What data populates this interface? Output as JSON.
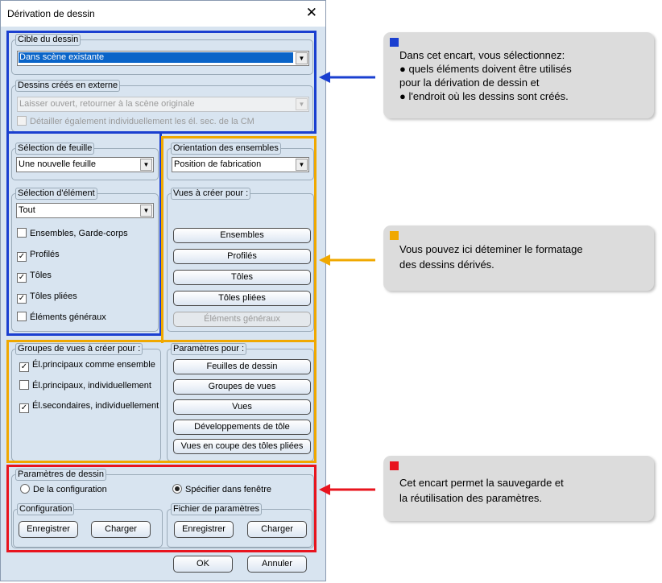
{
  "dialog": {
    "title": "Dérivation de dessin"
  },
  "cible": {
    "legend": "Cible du dessin",
    "value": "Dans scène existante"
  },
  "externe": {
    "legend": "Dessins créés en externe",
    "value": "Laisser ouvert, retourner à la scène originale",
    "checkbox_label": "Détailler également individuellement les él. sec. de la CM"
  },
  "feuille": {
    "legend": "Sélection de feuille",
    "value": "Une nouvelle feuille"
  },
  "element": {
    "legend": "Sélection d'élément",
    "value": "Tout",
    "items": [
      {
        "label": "Ensembles, Garde-corps",
        "checked": false
      },
      {
        "label": "Profilés",
        "checked": true
      },
      {
        "label": "Tôles",
        "checked": true
      },
      {
        "label": "Tôles pliées",
        "checked": true
      },
      {
        "label": "Éléments généraux",
        "checked": false
      }
    ]
  },
  "orientation": {
    "legend": "Orientation des ensembles",
    "value": "Position de fabrication"
  },
  "vues": {
    "legend": "Vues à créer pour :",
    "buttons": [
      "Ensembles",
      "Profilés",
      "Tôles",
      "Tôles pliées",
      "Éléments généraux"
    ]
  },
  "groupes": {
    "legend": "Groupes de vues à créer pour :",
    "items": [
      {
        "label": "Él.principaux comme ensemble",
        "checked": true
      },
      {
        "label": "Él.principaux, individuellement",
        "checked": false
      },
      {
        "label": "Él.secondaires, individuellement",
        "checked": true
      }
    ]
  },
  "parametres_pour": {
    "legend": "Paramètres pour :",
    "buttons": [
      "Feuilles de dessin",
      "Groupes de vues",
      "Vues",
      "Développements de tôle",
      "Vues en coupe des tôles pliées"
    ]
  },
  "param_dessin": {
    "legend": "Paramètres de dessin",
    "radio_config": "De la configuration",
    "radio_fenetre": "Spécifier dans fenêtre",
    "selected": "fenetre"
  },
  "configuration": {
    "legend": "Configuration",
    "save": "Enregistrer",
    "load": "Charger"
  },
  "fichier": {
    "legend": "Fichier de paramètres",
    "save": "Enregistrer",
    "load": "Charger"
  },
  "footer": {
    "ok": "OK",
    "cancel": "Annuler"
  },
  "callouts": [
    {
      "color": "#1a3fd0",
      "lines": [
        "Dans cet encart, vous sélectionnez:",
        "● quels éléments doivent être utilisés",
        "   pour la dérivation de dessin et",
        "● l'endroit où les dessins sont créés."
      ]
    },
    {
      "color": "#f0a800",
      "lines": [
        "Vous pouvez ici déteminer le formatage",
        "des dessins dérivés."
      ]
    },
    {
      "color": "#e8141e",
      "lines": [
        "Cet encart permet la sauvegarde et",
        "la réutilisation des paramètres."
      ]
    }
  ],
  "colors": {
    "blue": "#1a3fd0",
    "orange": "#f0a800",
    "red": "#e8141e"
  }
}
